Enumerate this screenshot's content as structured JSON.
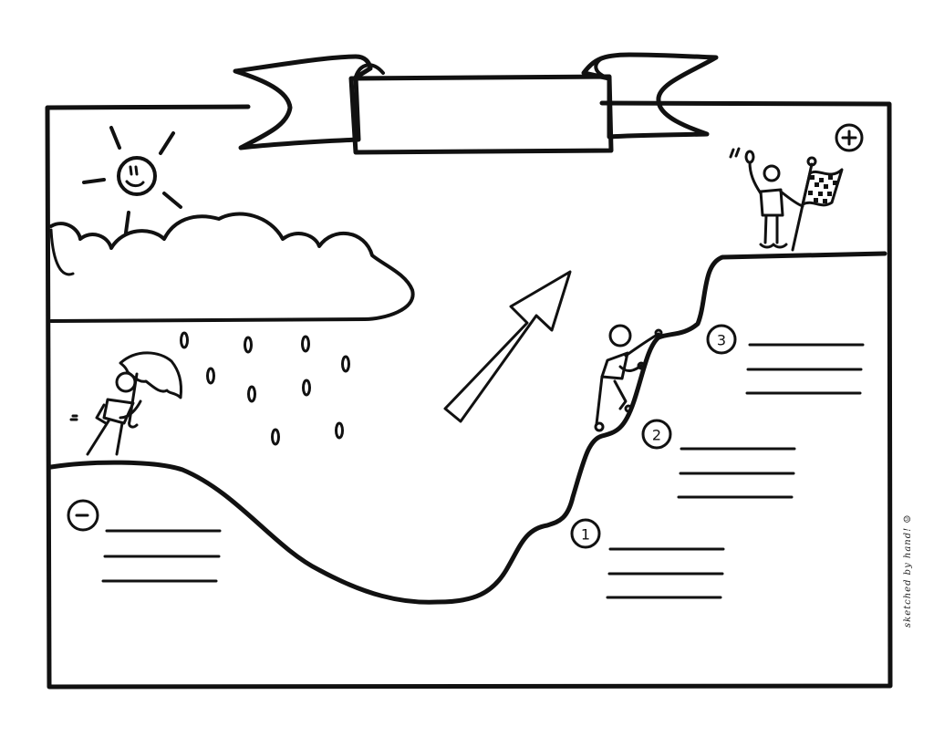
{
  "banner": {
    "title": ""
  },
  "markers": {
    "negative": "−",
    "positive": "+"
  },
  "steps": [
    {
      "number": "1",
      "lines": [
        "",
        "",
        ""
      ]
    },
    {
      "number": "2",
      "lines": [
        "",
        "",
        ""
      ]
    },
    {
      "number": "3",
      "lines": [
        "",
        "",
        ""
      ]
    }
  ],
  "negative_notes": {
    "lines": [
      "",
      "",
      ""
    ]
  },
  "figures": {
    "left": "person-with-umbrella-in-rain",
    "climber": "person-climbing",
    "summit": "person-cheering-with-checkered-flag"
  },
  "decorations": {
    "sun": "smiling-sun",
    "cloud": "rain-cloud",
    "arrow": "upward-arrow",
    "cheer_mark": "\""
  },
  "signature": "sketched by hand! ☺",
  "colors": {
    "ink": "#111111",
    "paper": "#ffffff"
  }
}
